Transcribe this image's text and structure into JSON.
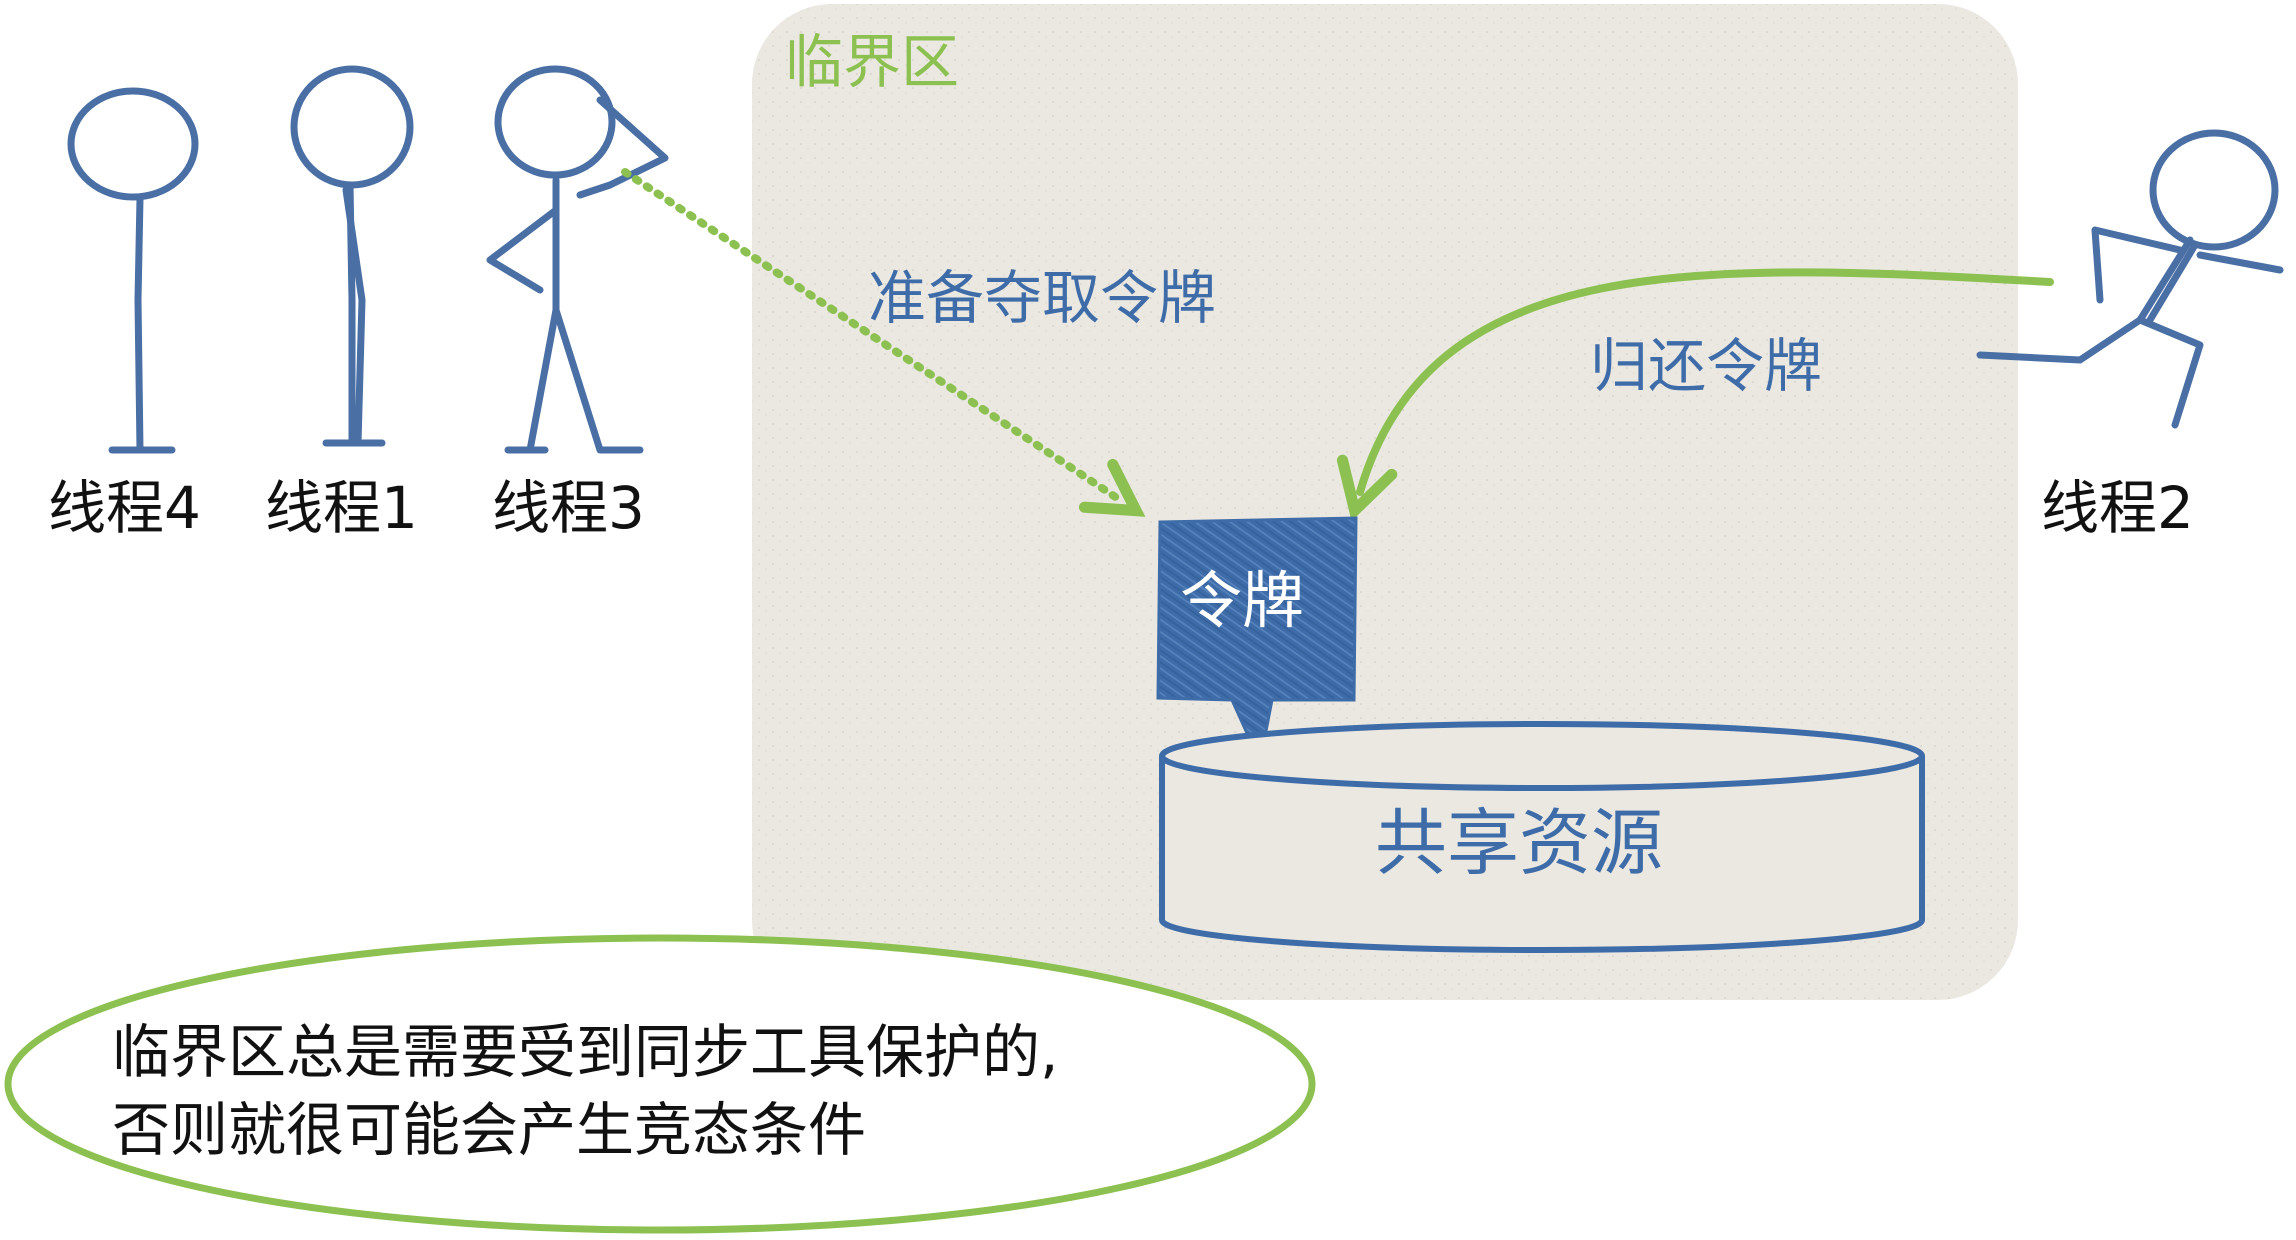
{
  "critical_section": {
    "label": "临界区",
    "color": "#8cc152"
  },
  "threads": [
    {
      "label": "线程4"
    },
    {
      "label": "线程1"
    },
    {
      "label": "线程3"
    },
    {
      "label": "线程2"
    }
  ],
  "actions": {
    "acquire": "准备夺取令牌",
    "return": "归还令牌"
  },
  "token": {
    "label": "令牌",
    "color": "#3e6ca8"
  },
  "shared_resource": {
    "label": "共享资源",
    "color": "#3e6ca8"
  },
  "note": {
    "line1": "临界区总是需要受到同步工具保护的,",
    "line2": "否则就很可能会产生竞态条件"
  },
  "colors": {
    "text_blue": "#3e6ca8",
    "arrow_green": "#8cc152",
    "stick_figure": "#4a6fa5",
    "zone_fill": "#ebe8e1"
  }
}
